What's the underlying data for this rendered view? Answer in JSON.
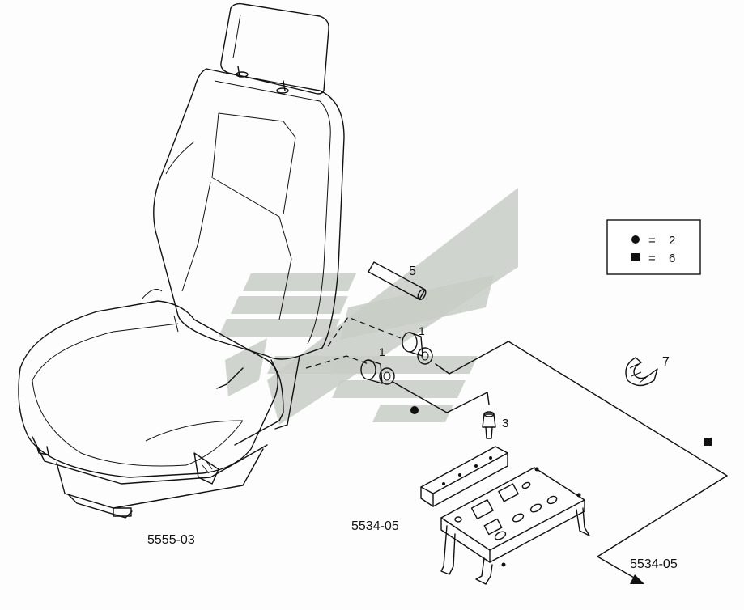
{
  "callouts": {
    "item_1a": "1",
    "item_1b": "1",
    "item_3": "3",
    "item_5": "5",
    "item_7": "7"
  },
  "references": {
    "seat": "5555-03",
    "bracket": "5534-05",
    "arrow_target": "5534-05"
  },
  "legend": {
    "circle_row": {
      "symbol": "circle",
      "equals": "=",
      "qty": "2"
    },
    "square_row": {
      "symbol": "square",
      "equals": "=",
      "qty": "6"
    }
  },
  "colors": {
    "line": "#111111",
    "watermark": "#c8ccc6",
    "background": "#fdfdfd"
  }
}
